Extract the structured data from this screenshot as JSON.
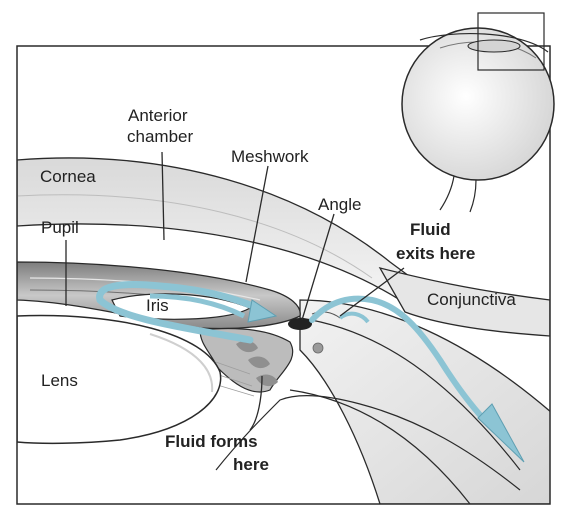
{
  "labels": {
    "anterior_chamber_line1": "Anterior",
    "anterior_chamber_line2": "chamber",
    "meshwork": "Meshwork",
    "cornea": "Cornea",
    "angle": "Angle",
    "pupil": "Pupil",
    "fluid_exits_line1": "Fluid",
    "fluid_exits_line2": "exits here",
    "iris": "Iris",
    "conjunctiva": "Conjunctiva",
    "lens": "Lens",
    "fluid_forms_line1": "Fluid forms",
    "fluid_forms_line2": "here"
  },
  "colors": {
    "fluid_flow": "#8cc4d4",
    "fluid_flow_edge": "#5f9fb2",
    "tissue_light": "#eeeeee",
    "tissue_mid": "#cfcfcf",
    "tissue_dark": "#9a9a9a",
    "outline": "#2a2a2a"
  }
}
